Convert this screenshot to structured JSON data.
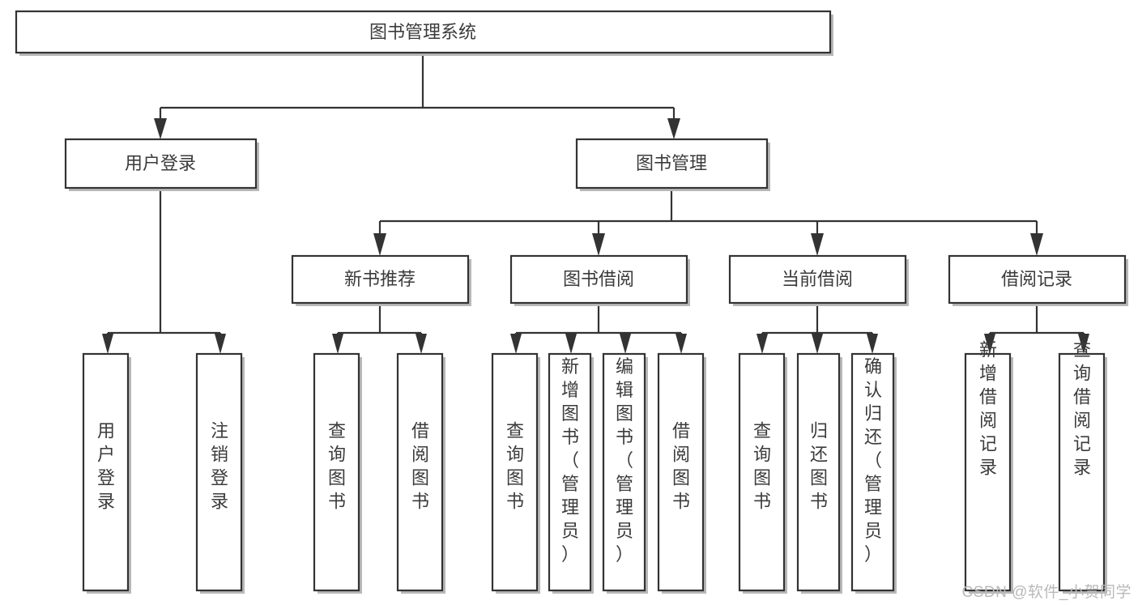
{
  "diagram": {
    "type": "tree-hierarchy",
    "title": "图书管理系统",
    "watermark": "CSDN @软件_小贺同学",
    "colors": {
      "box_stroke": "#333333",
      "box_fill": "#ffffff",
      "text": "#3b3b3b",
      "connector": "#333333",
      "shadow": "#b8b8b8",
      "watermark": "#b9b9b9",
      "background": "#ffffff"
    },
    "levels": {
      "root": {
        "label": "图书管理系统"
      },
      "level2": [
        {
          "id": "user-login",
          "label": "用户登录"
        },
        {
          "id": "book-manage",
          "label": "图书管理"
        }
      ],
      "level3": [
        {
          "id": "new-book-recommend",
          "label": "新书推荐",
          "parent": "book-manage"
        },
        {
          "id": "book-borrow",
          "label": "图书借阅",
          "parent": "book-manage"
        },
        {
          "id": "current-borrow",
          "label": "当前借阅",
          "parent": "book-manage"
        },
        {
          "id": "borrow-record",
          "label": "借阅记录",
          "parent": "book-manage"
        }
      ],
      "leaves": [
        {
          "id": "leaf-user-login",
          "label": "用户登录",
          "parent": "user-login"
        },
        {
          "id": "leaf-user-logout",
          "label": "注销登录",
          "parent": "user-login"
        },
        {
          "id": "leaf-query-book-1",
          "label": "查询图书",
          "parent": "new-book-recommend"
        },
        {
          "id": "leaf-borrow-book-1",
          "label": "借阅图书",
          "parent": "new-book-recommend"
        },
        {
          "id": "leaf-query-book-2",
          "label": "查询图书",
          "parent": "book-borrow"
        },
        {
          "id": "leaf-add-book",
          "label": "新增图书（管理员）",
          "parent": "book-borrow"
        },
        {
          "id": "leaf-edit-book",
          "label": "编辑图书（管理员）",
          "parent": "book-borrow"
        },
        {
          "id": "leaf-borrow-book-2",
          "label": "借阅图书",
          "parent": "book-borrow"
        },
        {
          "id": "leaf-query-book-3",
          "label": "查询图书",
          "parent": "current-borrow"
        },
        {
          "id": "leaf-return-book",
          "label": "归还图书",
          "parent": "current-borrow"
        },
        {
          "id": "leaf-confirm-return",
          "label": "确认归还（管理员）",
          "parent": "current-borrow"
        },
        {
          "id": "leaf-add-record",
          "label": "新增借阅记录",
          "parent": "borrow-record"
        },
        {
          "id": "leaf-query-record",
          "label": "查询借阅记录",
          "parent": "borrow-record"
        }
      ]
    }
  }
}
